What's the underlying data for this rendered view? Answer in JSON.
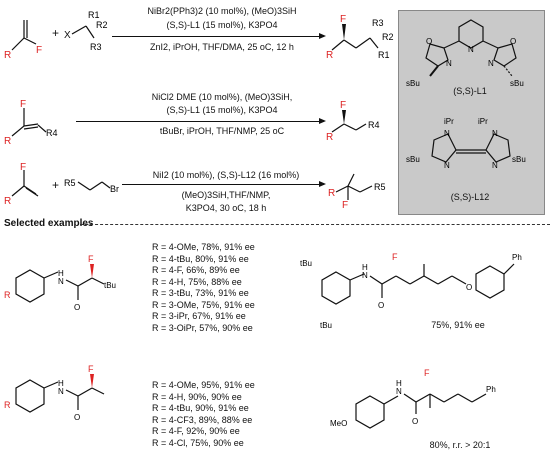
{
  "rxn1": {
    "plus": "+",
    "x": "X",
    "r1": "R1",
    "r2": "R2",
    "r3": "R3",
    "r": "R",
    "f": "F",
    "above1": "NiBr2(PPh3)2 (10 mol%), (MeO)3SiH",
    "above2": "(S,S)-L1 (15 mol%), K3PO4",
    "below": "ZnI2, iPrOH, THF/DMA, 25 oC, 12 h"
  },
  "rxn2": {
    "r": "R",
    "r4": "R4",
    "f": "F",
    "above1": "NiCl2 DME (10 mol%), (MeO)3SiH,",
    "above2": "(S,S)-L1 (15 mol%), K3PO4",
    "below": "tBuBr, iPrOH, THF/NMP, 25 oC"
  },
  "rxn3": {
    "r": "R",
    "r5": "R5",
    "f": "F",
    "plus": "+",
    "br": "Br",
    "above": "NiI2 (10 mol%), (S,S)-L12 (16 mol%)",
    "below1": "(MeO)3SiH,THF/NMP,",
    "below2": "K3PO4, 30 oC, 18 h"
  },
  "ligands": {
    "l1_label": "(S,S)-L1",
    "l12_label": "(S,S)-L12",
    "sbu": "sBu",
    "ipr": "iPr",
    "n": "N",
    "o": "O"
  },
  "section_title": "Selected examples",
  "examples_group1": [
    "R = 4-OMe, 78%, 91% ee",
    "R = 4-tBu, 80%, 91% ee",
    "R = 4-F, 66%, 89% ee",
    "R = 4-H, 75%, 88% ee",
    "R = 3-tBu, 73%, 91% ee",
    "R = 3-OMe, 75%, 91% ee",
    "R = 3-iPr, 67%, 91% ee",
    "R = 3-OiPr, 57%, 90% ee"
  ],
  "examples_group2": [
    "R = 4-OMe, 95%, 91% ee",
    "R = 4-H, 90%, 90% ee",
    "R = 4-tBu, 90%, 91% ee",
    "R = 4-CF3, 89%, 88% ee",
    "R = 4-F, 92%, 90% ee",
    "R = 4-Cl, 75%, 90% ee"
  ],
  "featured1": {
    "result": "75%, 91% ee",
    "tbu": "tBu",
    "ph": "Ph",
    "h": "H",
    "n": "N",
    "o": "O",
    "f": "F"
  },
  "featured2": {
    "result": "80%, r.r. > 20:1",
    "meo": "MeO",
    "ph": "Ph",
    "h": "H",
    "n": "N",
    "o": "O",
    "f": "F"
  },
  "colors": {
    "fluorine": "#d22222",
    "panel": "#c9c9c9",
    "text": "#111111"
  }
}
